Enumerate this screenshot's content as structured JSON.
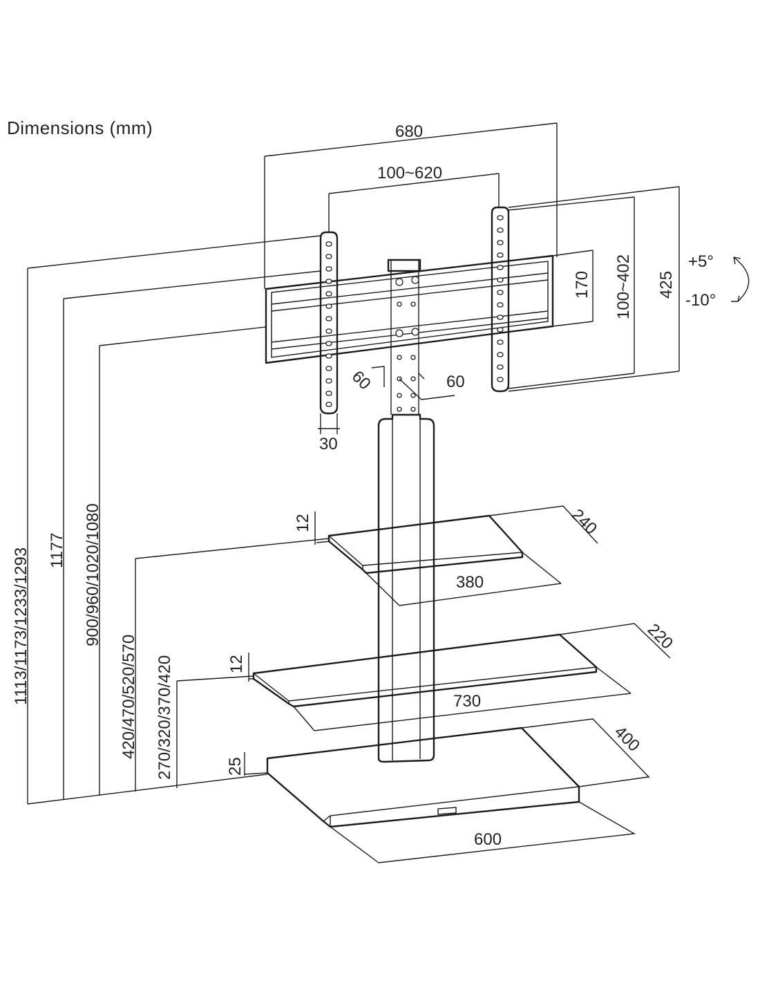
{
  "title": "Dimensions (mm)",
  "dimensions": {
    "overall_width": "680",
    "vesa_width": "100~620",
    "bracket_height": "170",
    "vesa_height": "100~402",
    "plate_height": "425",
    "tilt_up": "+5°",
    "tilt_down": "-10°",
    "swivel_left": "60",
    "swivel_right": "60",
    "arm_width": "30",
    "total_height": "1113/1173/1233/1293",
    "pole_height": "1177",
    "mount_height": "900/960/1020/1080",
    "upper_shelf_height": "420/470/520/570",
    "lower_shelf_height": "270/320/370/420",
    "upper_shelf_thickness": "12",
    "upper_shelf_depth": "240",
    "upper_shelf_width": "380",
    "lower_shelf_thickness": "12",
    "lower_shelf_depth": "220",
    "lower_shelf_width": "730",
    "base_thickness": "25",
    "base_depth": "400",
    "base_width": "600"
  },
  "colors": {
    "line": "#1a1a1a",
    "text": "#222222",
    "background": "#ffffff"
  }
}
